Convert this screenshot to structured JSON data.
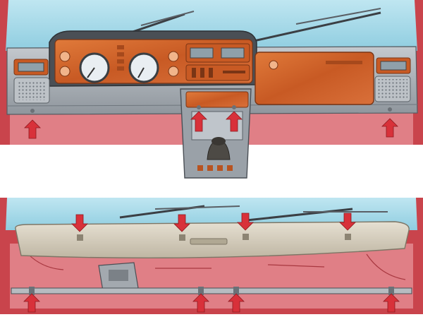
{
  "illustration": {
    "top_panel": {
      "subject": "car-dashboard-interior",
      "arrow_direction": "up",
      "arrow_count": 4
    },
    "bottom_panel": {
      "subject": "dashboard-frame-removed",
      "arrows_pointing_down": 4,
      "arrows_pointing_up": 4
    }
  },
  "colors": {
    "arrow": "#d8313a",
    "body_red": "#c9444c",
    "carpet_pink": "#e07f86",
    "windshield": "#9fd6e6",
    "wood_orange": "#d0642e",
    "dash_grey": "#9aa1a8",
    "frame_beige": "#d9d2c2"
  }
}
